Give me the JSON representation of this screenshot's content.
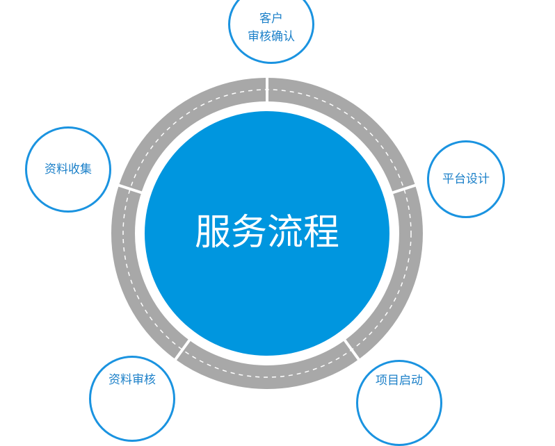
{
  "center": {
    "title": "服务流程"
  },
  "steps": [
    {
      "lines": [
        "客户",
        "审核确认"
      ]
    },
    {
      "lines": [
        "平台设计"
      ]
    },
    {
      "lines": [
        "项目启动"
      ]
    },
    {
      "lines": [
        "资料审核"
      ]
    },
    {
      "lines": [
        "资料收集"
      ]
    }
  ],
  "colors": {
    "blue": "#0096df",
    "ring": "#a8a8a8",
    "border": "#1a93e0"
  }
}
